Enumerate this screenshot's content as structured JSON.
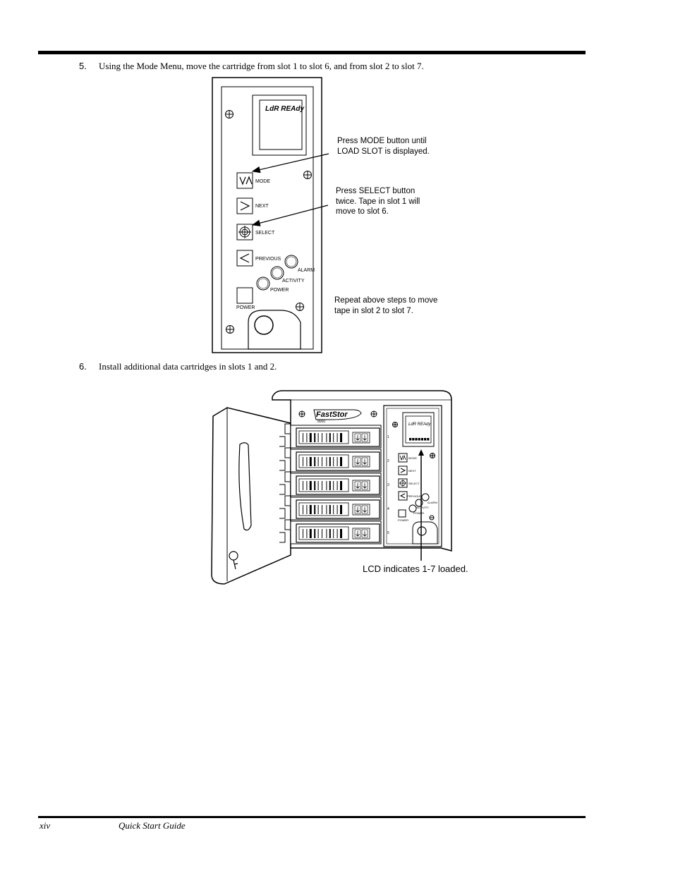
{
  "steps": [
    {
      "number": "5.",
      "text": "Using the Mode Menu, move the cartridge from slot 1 to slot 6, and from slot 2 to slot 7."
    },
    {
      "number": "6.",
      "text": "Install additional data cartridges in slots 1 and 2."
    }
  ],
  "figure1": {
    "lcd_text": "LdR REAdy",
    "buttons": {
      "mode": "MODE",
      "next": "NEXT",
      "select": "SELECT",
      "previous": "PREVIOUS"
    },
    "leds": {
      "alarm": "ALARM",
      "activity": "ACTIVITY",
      "power": "POWER"
    },
    "power_switch": "POWER",
    "callouts": {
      "mode": [
        "Press MODE button until",
        "LOAD SLOT is displayed."
      ],
      "select": [
        "Press SELECT button",
        "twice. Tape in slot 1 will",
        "move to slot 6."
      ],
      "repeat": [
        "Repeat above steps to move",
        "tape in slot 2 to slot 7."
      ]
    }
  },
  "figure2": {
    "brand": "FastStor",
    "model": "8000",
    "lcd_text": "LdR REAdy",
    "slot_numbers": [
      "1",
      "2",
      "3",
      "4",
      "5"
    ],
    "callout": "LCD indicates 1-7 loaded.",
    "buttons": {
      "mode": "MODE",
      "next": "NEXT",
      "select": "SELECT",
      "previous": "PREVIOUS"
    },
    "leds": {
      "alarm": "ALARM",
      "activity": "ACTIVITY",
      "power": "POWER"
    },
    "power_switch": "POWER"
  },
  "footer": {
    "page": "xiv",
    "title": "Quick Start Guide"
  }
}
